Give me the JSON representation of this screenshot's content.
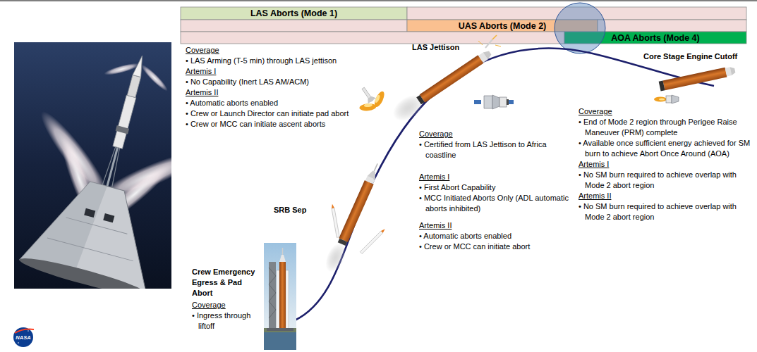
{
  "diagram": {
    "nodes": [
      {
        "text": [
          "LAS Aborts (Mode 1)"
        ]
      },
      {
        "text": [
          "UAS Aborts (Mode 2)"
        ]
      },
      {
        "text": [
          "AOA Aborts (Mode 4)"
        ]
      }
    ],
    "labels": [
      "LAS Jettison",
      "Core Stage Engine Cutoff",
      "Coverage",
      "• LAS Arming (T-5 min) through LAS jettison",
      "Artemis I",
      "• No Capability (Inert LAS AM/ACM)",
      "Artemis II",
      "• Automatic aborts enabled",
      "• Crew or Launch Director can initiate pad abort",
      "• Crew or MCC can initiate ascent aborts",
      "Coverage",
      "• End of Mode 2 region through Perigee Raise Maneuver (PRM) complete",
      "• Available once sufficient energy achieved for SM burn to achieve Abort Once Around (AOA)",
      "Artemis I",
      "• No SM burn required to achieve overlap with Mode 2 abort region",
      "Artemis II",
      "• No SM burn required to achieve overlap with Mode 2 abort region",
      "Coverage",
      "• Certified from LAS Jettison to Africa coastline",
      "Artemis I",
      "• First Abort Capability",
      "• MCC Initiated Aborts Only (ADL automatic aborts inhibited)",
      "Artemis II",
      "• Automatic aborts enabled",
      "• Crew or MCC can initiate abort",
      "SRB Sep",
      "Crew Emergency Egress & Pad Abort",
      "Coverage",
      "• Ingress through liftoff",
      "NASA"
    ]
  }
}
